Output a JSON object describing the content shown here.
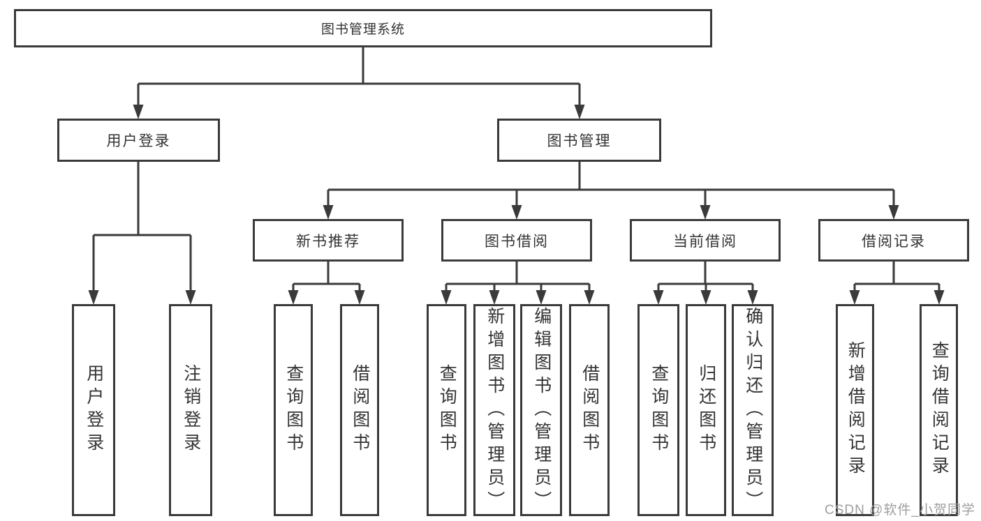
{
  "diagram_title": "图书管理系统",
  "colors": {
    "line": "#3a3a3a",
    "text": "#333333",
    "watermark": "#9e9e9e",
    "background": "#ffffff"
  },
  "nodes": {
    "root": "图书管理系统",
    "level2": {
      "user_login": "用户登录",
      "book_management": "图书管理"
    },
    "level3": {
      "new_book_recommend": "新书推荐",
      "book_borrowing": "图书借阅",
      "current_borrowing": "当前借阅",
      "borrowing_records": "借阅记录"
    },
    "leaves": {
      "user_login": "用户登录",
      "logout": "注销登录",
      "recommend_query_books": "查询图书",
      "recommend_borrow_books": "借阅图书",
      "borrowing_query_books": "查询图书",
      "borrowing_add_books": "新增图书（管理员）",
      "borrowing_edit_books": "编辑图书（管理员）",
      "borrowing_borrow_books": "借阅图书",
      "current_query_books": "查询图书",
      "current_return_books": "归还图书",
      "current_confirm_return": "确认归还（管理员）",
      "records_add_record": "新增借阅记录",
      "records_query_record": "查询借阅记录"
    }
  },
  "watermark": {
    "text": "CSDN @软件_小贺同学"
  }
}
